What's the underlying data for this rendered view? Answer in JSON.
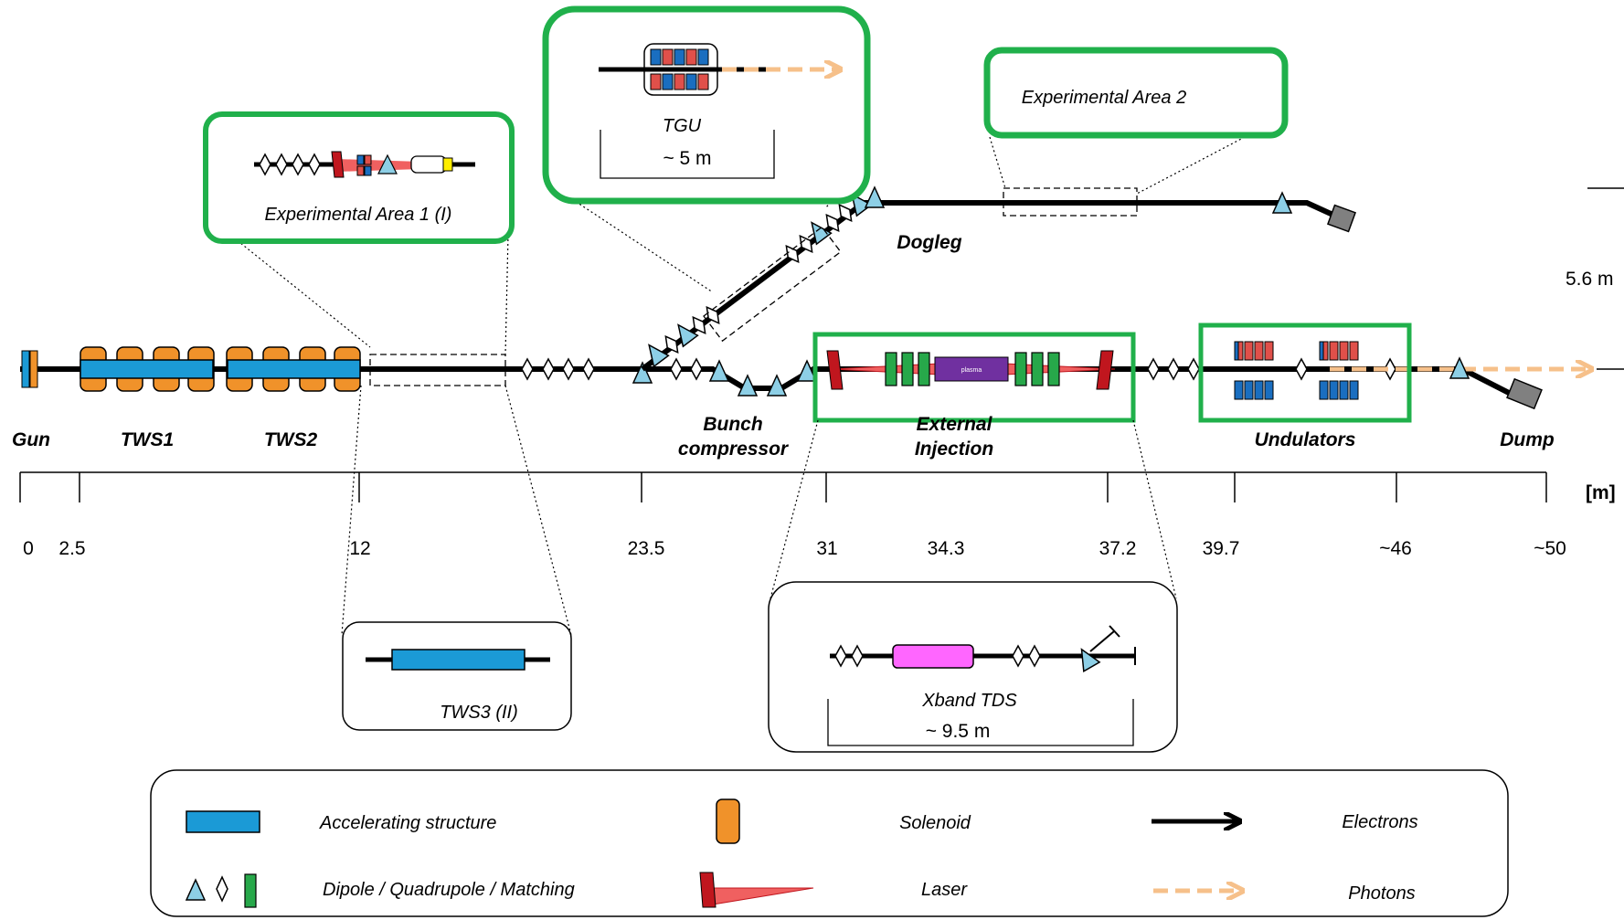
{
  "components": {
    "gun": "Gun",
    "tws1": "TWS1",
    "tws2": "TWS2",
    "bunch_compressor_1": "Bunch",
    "bunch_compressor_2": "compressor",
    "external_injection_1": "External",
    "external_injection_2": "Injection",
    "undulators": "Undulators",
    "dump": "Dump",
    "dogleg": "Dogleg",
    "plasma": "plasma"
  },
  "callouts": {
    "experimental_area_1": "Experimental Area 1 (I)",
    "experimental_area_2": "Experimental Area 2",
    "tgu": "TGU",
    "tgu_length": "~ 5 m",
    "tws3": "TWS3 (II)",
    "xband_tds": "Xband TDS",
    "xband_length": "~ 9.5 m"
  },
  "height_label": "5.6 m",
  "scale": {
    "unit": "[m]",
    "ticks": [
      "0",
      "2.5",
      "12",
      "23.5",
      "31",
      "34.3",
      "37.2",
      "39.7",
      "~46",
      "~50"
    ]
  },
  "legend": {
    "accelerating_structure": "Accelerating structure",
    "solenoid": "Solenoid",
    "electrons": "Electrons",
    "dipole_quadrupole_matching": "Dipole / Quadrupole / Matching",
    "laser": "Laser",
    "photons": "Photons"
  },
  "colors": {
    "accelerating_structure": "#1b9ad6",
    "solenoid": "#f0922a",
    "dipole": "#8dcfe6",
    "matching": "#27a84a",
    "laser": "#f06060",
    "laser_mirror": "#c0161e",
    "photons": "#f6c08a",
    "highlight_frame": "#20b04b",
    "plasma": "#7030a0",
    "xband": "#ff66ff",
    "magnet_red": "#e0504a",
    "magnet_blue": "#1a6ec0",
    "dump": "#808080"
  }
}
